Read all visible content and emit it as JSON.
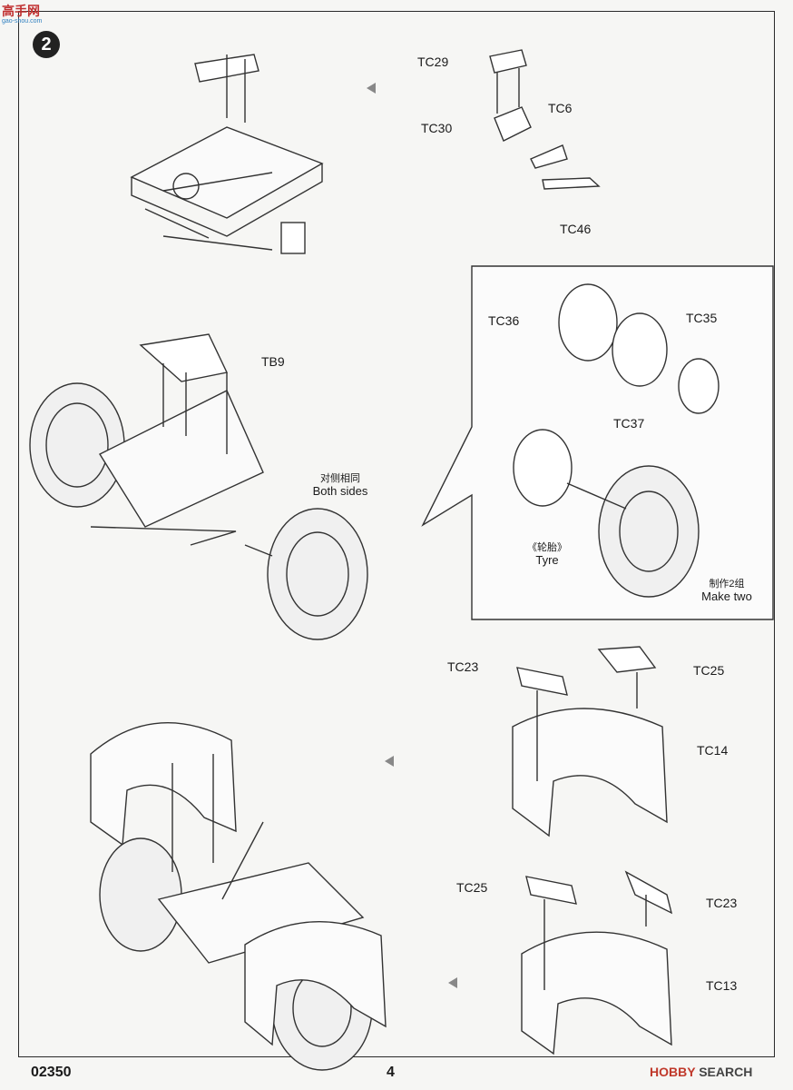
{
  "watermark": {
    "title": "高手网",
    "url": "gao-shou.com"
  },
  "step": {
    "number": "2"
  },
  "parts": {
    "tc29": "TC29",
    "tc30": "TC30",
    "tc6": "TC6",
    "tc46": "TC46",
    "tb9": "TB9",
    "tc36": "TC36",
    "tc35": "TC35",
    "tc37": "TC37",
    "tc23_a": "TC23",
    "tc25_a": "TC25",
    "tc14": "TC14",
    "tc25_b": "TC25",
    "tc23_b": "TC23",
    "tc13": "TC13"
  },
  "notes": {
    "both_sides_cn": "对侧相同",
    "both_sides_en": "Both sides",
    "tyre_cn": "《轮胎》",
    "tyre_en": "Tyre",
    "make_two_cn": "制作2组",
    "make_two_en": "Make two"
  },
  "footer": {
    "code": "02350",
    "page": "4",
    "brand_prefix": "HOBBY",
    "brand_suffix": " SEARCH"
  }
}
